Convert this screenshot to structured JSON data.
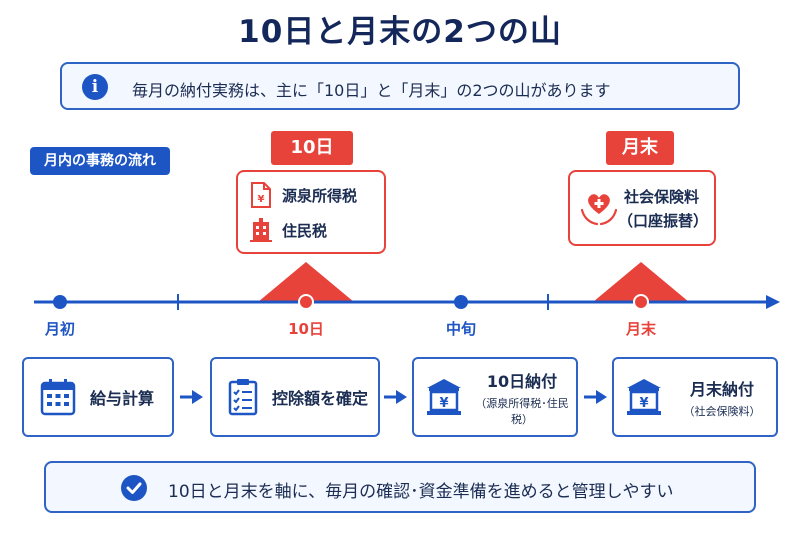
{
  "title": "10日と月末の2つの山",
  "info": {
    "icon": "info-icon",
    "icon_glyph": "i",
    "text": "毎月の納付実務は、主に「10日」と「月末」の2つの山があります"
  },
  "flow_label": "月内の事務の流れ",
  "peaks": {
    "tenth": {
      "label": "10日",
      "items": [
        {
          "icon": "tax-document-icon",
          "text": "源泉所得税"
        },
        {
          "icon": "city-hall-icon",
          "text": "住民税"
        }
      ]
    },
    "month_end": {
      "label": "月末",
      "icon": "heart-hands-icon",
      "line1": "社会保険料",
      "line2": "（口座振替）"
    }
  },
  "timeline": {
    "ticks": [
      "月初",
      "10日",
      "中旬",
      "月末"
    ]
  },
  "steps": [
    {
      "icon": "calendar-icon",
      "title": "給与計算"
    },
    {
      "icon": "checklist-icon",
      "title": "控除額を確定"
    },
    {
      "icon": "bank-yen-icon",
      "title": "10日納付",
      "subtitle": "（源泉所得税･住民税）"
    },
    {
      "icon": "bank-yen-icon",
      "title": "月末納付",
      "subtitle": "（社会保険料）"
    }
  ],
  "summary": {
    "icon": "check-circle-icon",
    "text": "10日と月末を軸に、毎月の確認･資金準備を進めると管理しやすい"
  },
  "colors": {
    "primary": "#1d55c4",
    "accent": "#e8433b",
    "text": "#1b2d52"
  }
}
